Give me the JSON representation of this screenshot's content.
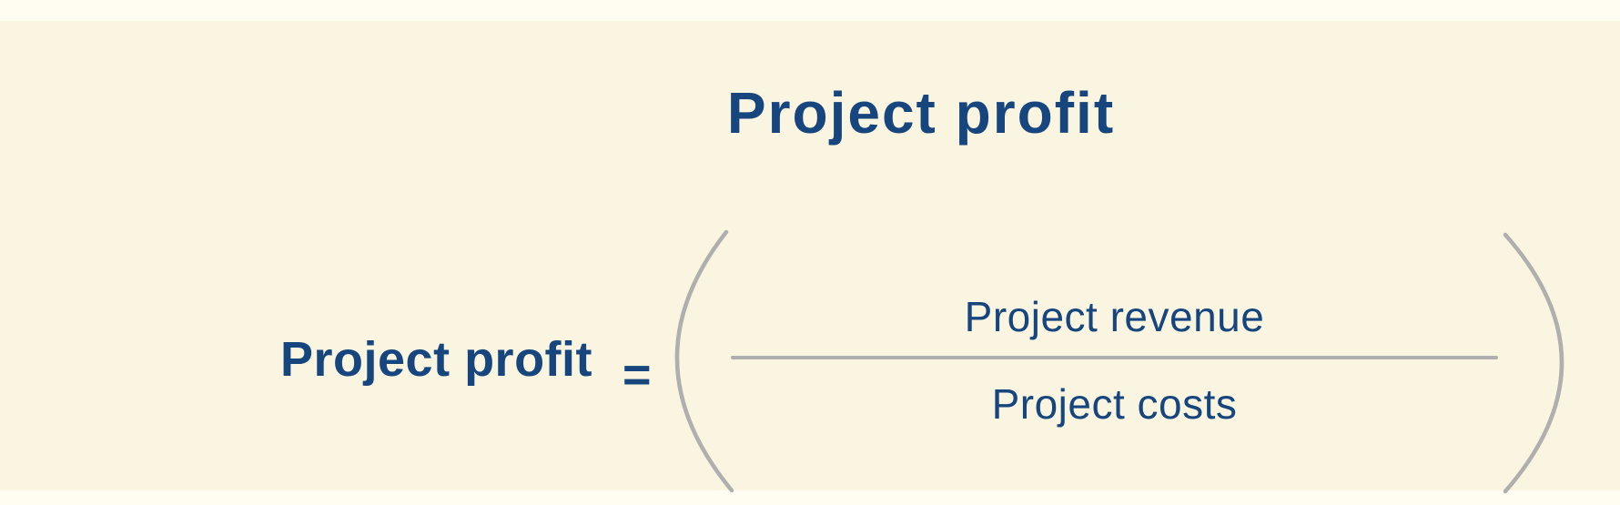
{
  "title": "Project profit",
  "formula": {
    "lhs": "Project profit",
    "equals": "=",
    "numerator": "Project revenue",
    "denominator": "Project costs"
  },
  "colors": {
    "navy": "#17457E",
    "line_gray": "#AFAFAF",
    "panel_bg": "#FAF5E1",
    "outer_bg": "#FFFDF2"
  }
}
